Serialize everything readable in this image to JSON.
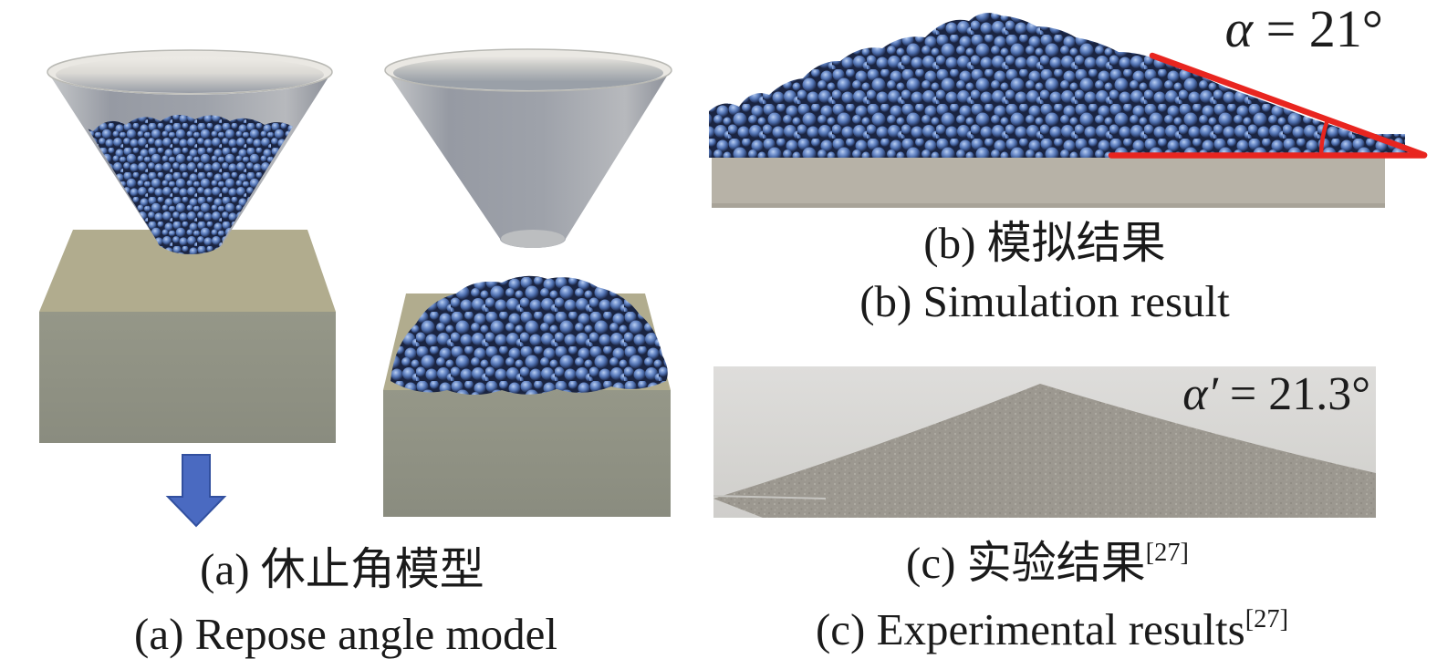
{
  "figure": {
    "type": "academic-figure-repose-angle",
    "panels": {
      "a": {
        "caption_zh": "(a) 休止角模型",
        "caption_en": "(a) Repose angle model"
      },
      "b": {
        "angle_symbol": "α",
        "angle_value": " = 21°",
        "caption_zh": "(b) 模拟结果",
        "caption_en": "(b) Simulation result"
      },
      "c": {
        "angle_symbol": "α′",
        "angle_value": " = 21.3°",
        "caption_zh": "(c) 实验结果",
        "caption_zh_sup": "[27]",
        "caption_en": "(c) Experimental results",
        "caption_en_sup": "[27]"
      }
    },
    "colors": {
      "particle_blue": "#4e6fae",
      "particle_gap": "#1a2441",
      "funnel_gray": "#9aa0a8",
      "funnel_rim_cream": "#eae8e3",
      "box_top_khaki": "#b1ac8e",
      "box_front_olive": "#8e9082",
      "slab_gray": "#b7b2a7",
      "arrow_blue": "#4a6ac1",
      "angle_red": "#e8251f",
      "photo_bg_gray": "#d9d8d5",
      "sand_gray": "#9c9890",
      "text_black": "#1a1a1a"
    }
  }
}
